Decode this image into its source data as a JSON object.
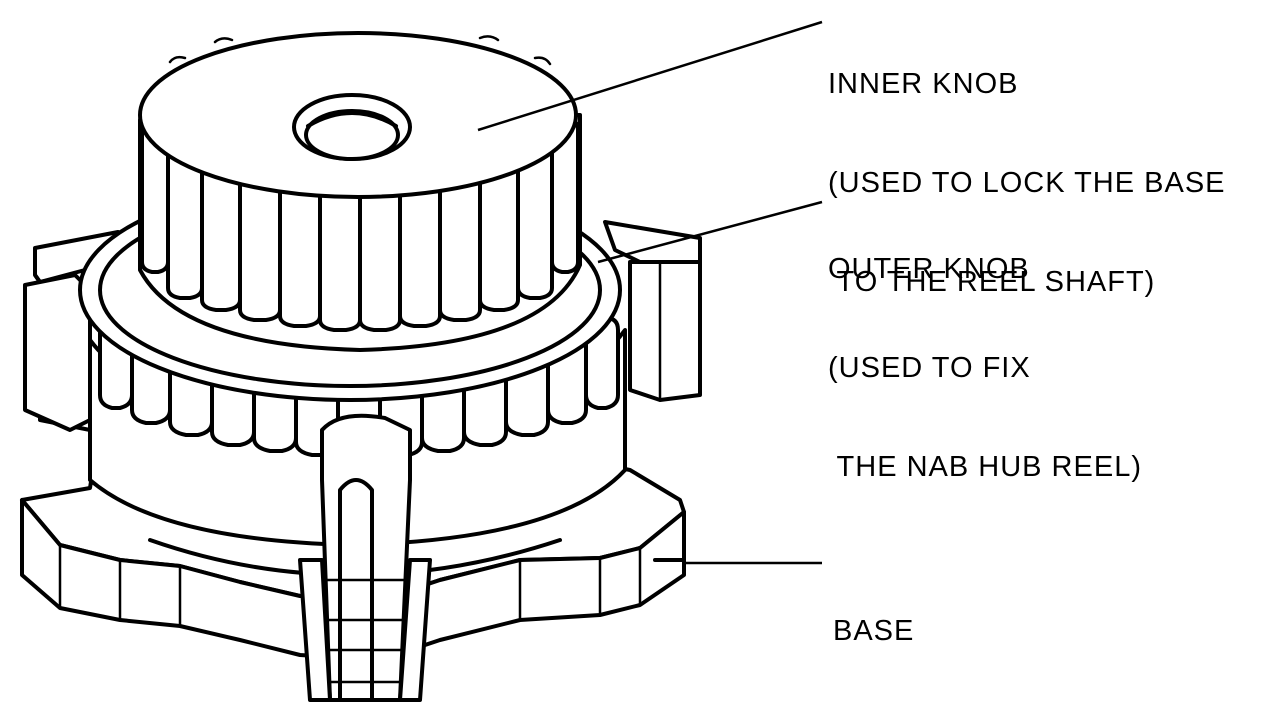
{
  "labels": {
    "inner_knob": {
      "title": "INNER KNOB",
      "line2": "(USED TO LOCK THE BASE",
      "line3": " TO THE REEL SHAFT)"
    },
    "outer_knob": {
      "title": "OUTER KNOB",
      "line2": "(USED TO FIX",
      "line3": " THE NAB HUB REEL)"
    },
    "base": {
      "title": "BASE"
    }
  },
  "colors": {
    "ink": "#000000",
    "paper": "#ffffff"
  }
}
